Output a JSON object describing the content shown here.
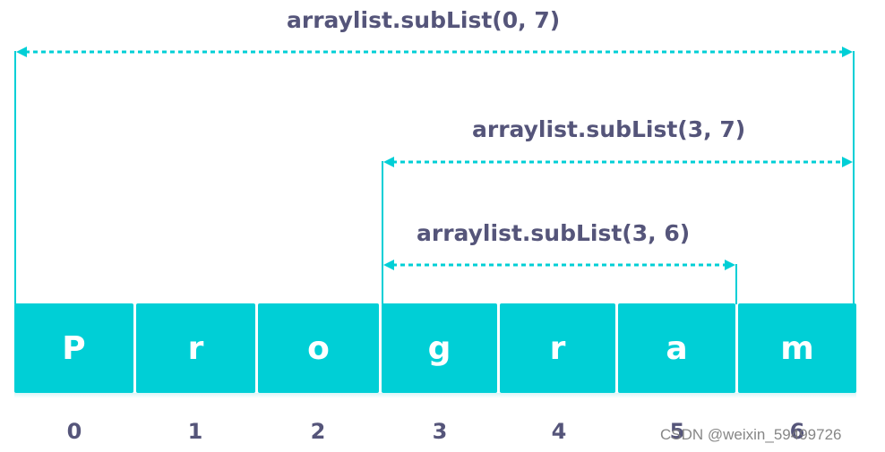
{
  "labels": {
    "range_0_7": "arraylist.subList(0, 7)",
    "range_3_7": "arraylist.subList(3, 7)",
    "range_3_6": "arraylist.subList(3, 6)"
  },
  "cells": [
    "P",
    "r",
    "o",
    "g",
    "r",
    "a",
    "m"
  ],
  "indices": [
    "0",
    "1",
    "2",
    "3",
    "4",
    "5",
    "6"
  ],
  "watermark": "CSDN @weixin_59499726",
  "colors": {
    "cell_fill": "#00cfd6",
    "arrow": "#00cfd6",
    "text": "#55557a"
  }
}
